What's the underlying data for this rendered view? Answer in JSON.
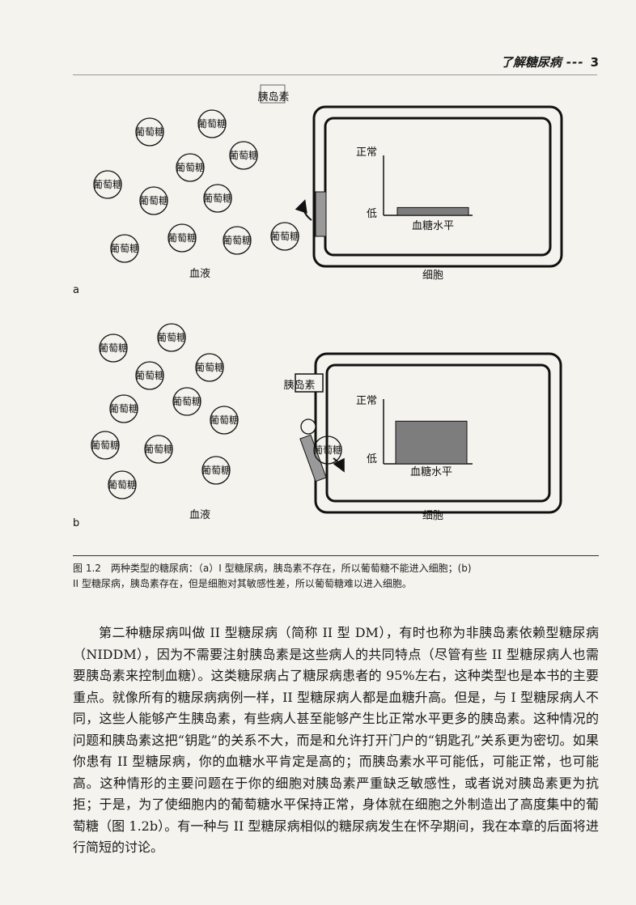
{
  "header": {
    "running_title": "了解糖尿病",
    "dashes": "---",
    "page_number": "3"
  },
  "figure": {
    "panel_a": {
      "letter": "a",
      "insulin": "胰岛素",
      "glucose": "葡萄糖",
      "blood": "血液",
      "cell": "细胞",
      "normal": "正常",
      "low": "低",
      "glucose_level": "血糖水平",
      "glucose_level_fraction": 0.12
    },
    "panel_b": {
      "letter": "b",
      "insulin": "胰岛素",
      "glucose": "葡萄糖",
      "blood": "血液",
      "cell": "细胞",
      "normal": "正常",
      "low": "低",
      "glucose_level": "血糖水平",
      "glucose_level_fraction": 0.62
    },
    "caption_line1": "图 1.2　两种类型的糖尿病：（a）I 型糖尿病，胰岛素不存在，所以葡萄糖不能进入细胞；(b)",
    "caption_line2": "II 型糖尿病，胰岛素存在，但是细胞对其敏感性差，所以葡萄糖难以进入细胞。"
  },
  "body": {
    "paragraph": "第二种糖尿病叫做 II 型糖尿病（简称 II 型 DM），有时也称为非胰岛素依赖型糖尿病（NIDDM），因为不需要注射胰岛素是这些病人的共同特点（尽管有些 II 型糖尿病人也需要胰岛素来控制血糖）。这类糖尿病占了糖尿病患者的 95%左右，这种类型也是本书的主要重点。就像所有的糖尿病病例一样，II 型糖尿病人都是血糖升高。但是，与 I 型糖尿病人不同，这些人能够产生胰岛素，有些病人甚至能够产生比正常水平更多的胰岛素。这种情况的问题和胰岛素这把“钥匙”的关系不大，而是和允许打开门户的“钥匙孔”关系更为密切。如果你患有 II 型糖尿病，你的血糖水平肯定是高的；而胰岛素水平可能低，可能正常，也可能高。这种情形的主要问题在于你的细胞对胰岛素严重缺乏敏感性，或者说对胰岛素更为抗拒；于是，为了使细胞内的葡萄糖水平保持正常，身体就在细胞之外制造出了高度集中的葡萄糖（图 1.2b）。有一种与 II 型糖尿病相似的糖尿病发生在怀孕期间，我在本章的后面将进行简短的讨论。"
  }
}
